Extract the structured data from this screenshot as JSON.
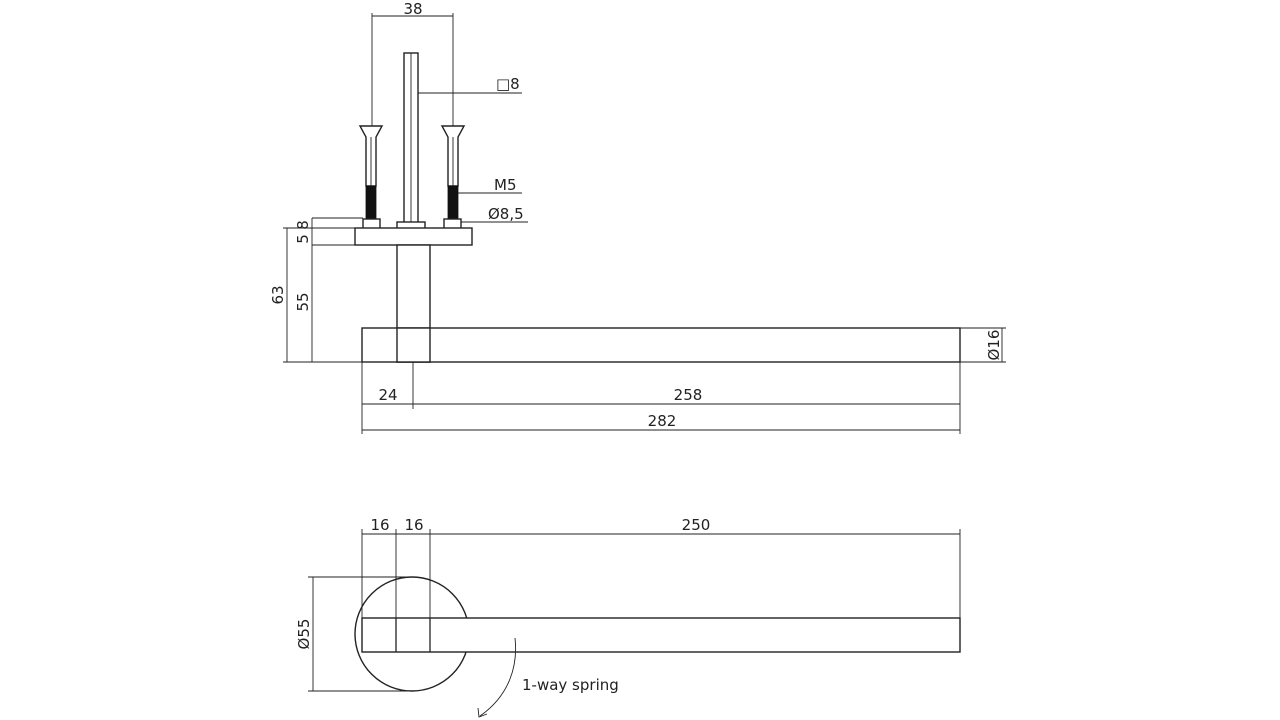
{
  "side_view": {
    "dim_38": "38",
    "dim_square8": "□8",
    "dim_m5": "M5",
    "dim_dia8_5": "Ø8,5",
    "dim_8": "8",
    "dim_5": "5",
    "dim_63": "63",
    "dim_55": "55",
    "dim_dia16": "Ø16",
    "dim_24": "24",
    "dim_258": "258",
    "dim_282": "282"
  },
  "top_view": {
    "dim_16a": "16",
    "dim_16b": "16",
    "dim_250": "250",
    "dim_dia55": "Ø55",
    "spring_label": "1-way spring"
  }
}
